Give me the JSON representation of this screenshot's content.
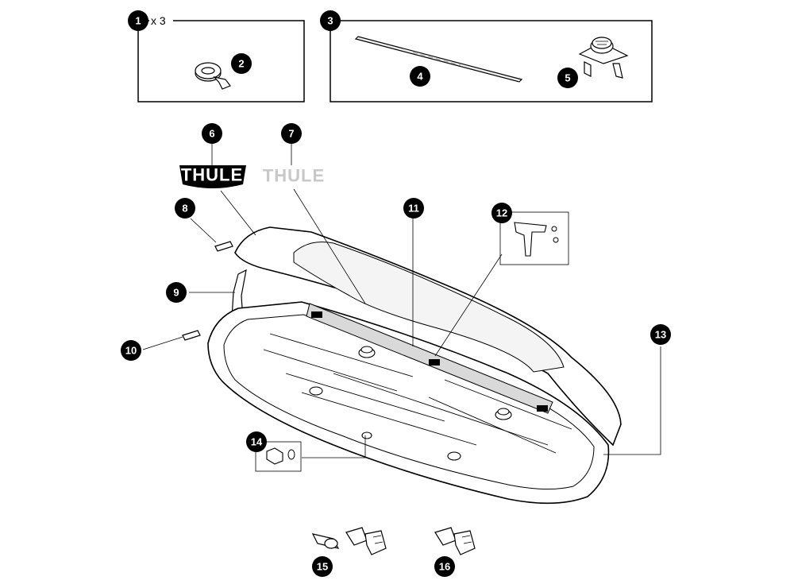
{
  "callouts": [
    {
      "id": "c1",
      "label": "1"
    },
    {
      "id": "c2",
      "label": "2"
    },
    {
      "id": "c3",
      "label": "3"
    },
    {
      "id": "c4",
      "label": "4"
    },
    {
      "id": "c5",
      "label": "5"
    },
    {
      "id": "c6",
      "label": "6"
    },
    {
      "id": "c7",
      "label": "7"
    },
    {
      "id": "c8",
      "label": "8"
    },
    {
      "id": "c9",
      "label": "9"
    },
    {
      "id": "c10",
      "label": "10"
    },
    {
      "id": "c11",
      "label": "11"
    },
    {
      "id": "c12",
      "label": "12"
    },
    {
      "id": "c13",
      "label": "13"
    },
    {
      "id": "c14",
      "label": "14"
    },
    {
      "id": "c15",
      "label": "15"
    },
    {
      "id": "c16",
      "label": "16"
    }
  ],
  "quantity_1": "x 3",
  "logo_black_text": "THULE",
  "logo_grey_text": "THULE",
  "colors": {
    "callout_fill": "#000000",
    "callout_text": "#ffffff",
    "outline": "#000000",
    "grey_logo": "#c8c8c8",
    "rail_fill": "#d9d9d9"
  }
}
